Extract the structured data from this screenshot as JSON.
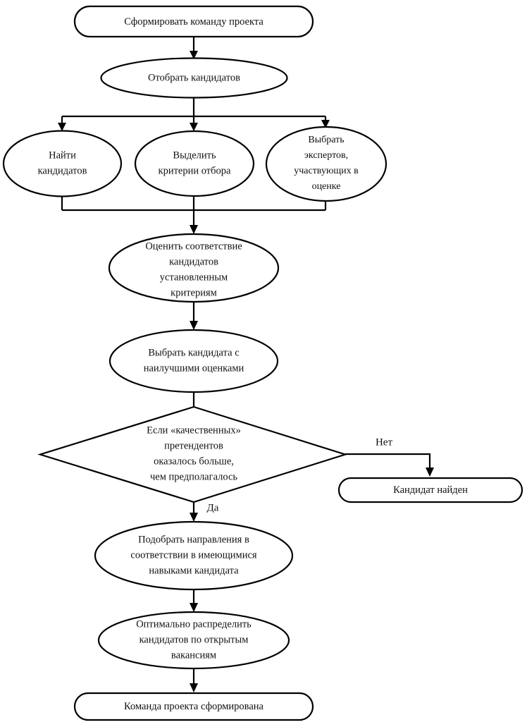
{
  "diagram": {
    "title": "Сформировать команду проекта",
    "language": "ru",
    "type": "flowchart",
    "colors": {
      "background": "#ffffff",
      "stroke": "#000000",
      "text": "#111111",
      "fill": "#ffffff"
    },
    "nodes": [
      {
        "id": "start",
        "shape": "rounded-rectangle",
        "lines": [
          "Сформировать команду проекта"
        ]
      },
      {
        "id": "select-candidates",
        "shape": "ellipse",
        "lines": [
          "Отобрать кандидатов"
        ]
      },
      {
        "id": "find-candidates",
        "shape": "ellipse",
        "lines": [
          "Найти",
          "кандидатов"
        ]
      },
      {
        "id": "define-criteria",
        "shape": "ellipse",
        "lines": [
          "Выделить",
          "критерии отбора"
        ]
      },
      {
        "id": "choose-experts",
        "shape": "ellipse",
        "lines": [
          "Выбрать",
          "экспертов,",
          "участвующих в",
          "оценке"
        ]
      },
      {
        "id": "evaluate-match",
        "shape": "ellipse",
        "lines": [
          "Оценить соответствие",
          "кандидатов",
          "установленным",
          "критериям"
        ]
      },
      {
        "id": "pick-best",
        "shape": "ellipse",
        "lines": [
          "Выбрать кандидата с",
          "наилучшими оценками"
        ]
      },
      {
        "id": "decision",
        "shape": "diamond",
        "lines": [
          "Если «качественных»",
          "претендентов",
          "оказалось больше,",
          "чем предполагалось"
        ]
      },
      {
        "id": "candidate-found",
        "shape": "rounded-rectangle",
        "lines": [
          "Кандидат найден"
        ]
      },
      {
        "id": "match-directions",
        "shape": "ellipse",
        "lines": [
          "Подобрать направления в",
          "соответствии в имеющимися",
          "навыками кандидата"
        ]
      },
      {
        "id": "distribute",
        "shape": "ellipse",
        "lines": [
          "Оптимально распределить",
          "кандидатов по открытым",
          "вакансиям"
        ]
      },
      {
        "id": "end",
        "shape": "rounded-rectangle",
        "lines": [
          "Команда проекта сформирована"
        ]
      }
    ],
    "edge_labels": [
      {
        "id": "yes-label",
        "text": "Да"
      },
      {
        "id": "no-label",
        "text": "Нет"
      }
    ]
  }
}
